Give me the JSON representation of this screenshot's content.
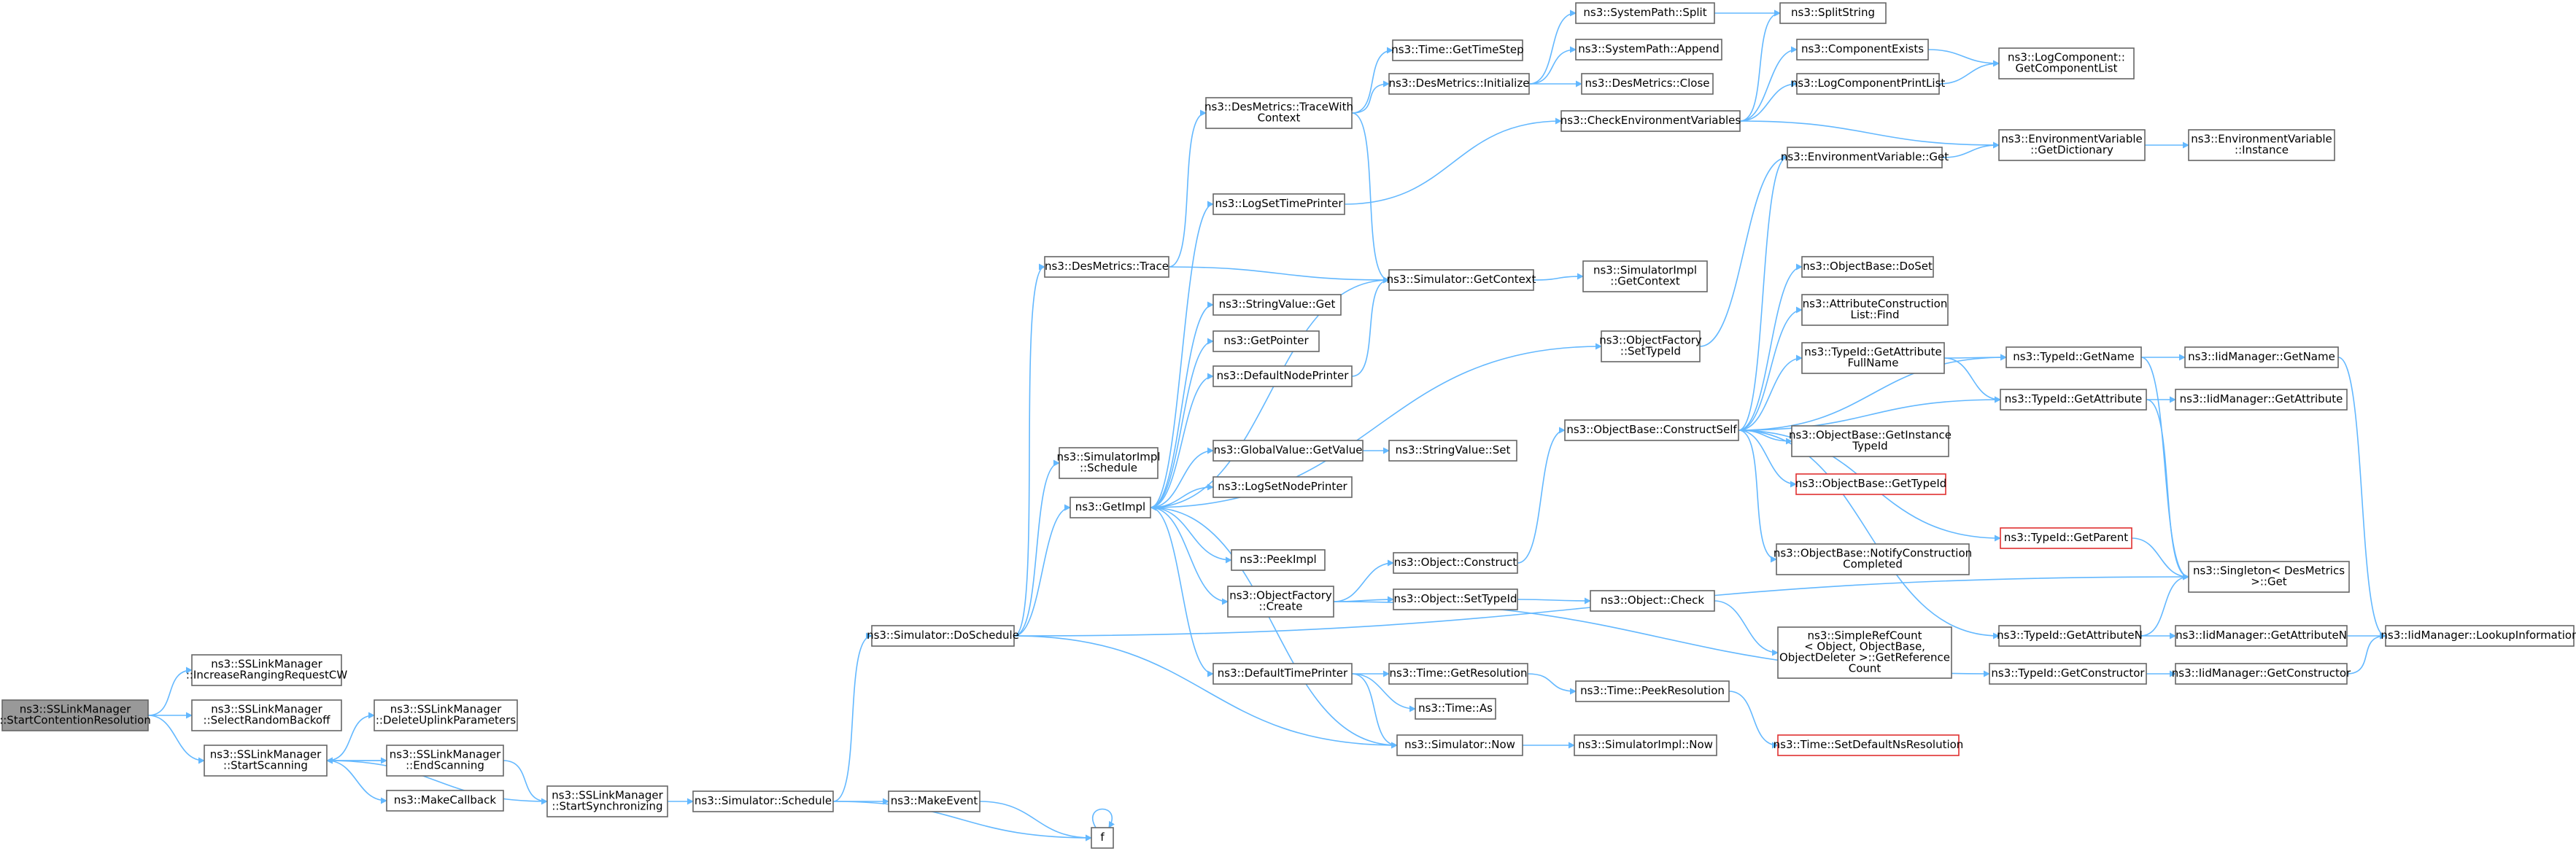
{
  "nodes": [
    {
      "id": "root",
      "lines": [
        "ns3::SSLinkManager",
        "::StartContentionResolution"
      ],
      "style": "root"
    },
    {
      "id": "incRanging",
      "lines": [
        "ns3::SSLinkManager",
        "::IncreaseRangingRequestCW"
      ]
    },
    {
      "id": "selRandom",
      "lines": [
        "ns3::SSLinkManager",
        "::SelectRandomBackoff"
      ]
    },
    {
      "id": "startScan",
      "lines": [
        "ns3::SSLinkManager",
        "::StartScanning"
      ]
    },
    {
      "id": "delUplink",
      "lines": [
        "ns3::SSLinkManager",
        "::DeleteUplinkParameters"
      ]
    },
    {
      "id": "endScan",
      "lines": [
        "ns3::SSLinkManager",
        "::EndScanning"
      ]
    },
    {
      "id": "makeCb",
      "lines": [
        "ns3::MakeCallback"
      ]
    },
    {
      "id": "startSync",
      "lines": [
        "ns3::SSLinkManager",
        "::StartSynchronizing"
      ]
    },
    {
      "id": "simSchedule",
      "lines": [
        "ns3::Simulator::Schedule"
      ]
    },
    {
      "id": "makeEvent",
      "lines": [
        "ns3::MakeEvent"
      ]
    },
    {
      "id": "f",
      "lines": [
        "f"
      ]
    },
    {
      "id": "doSchedule",
      "lines": [
        "ns3::Simulator::DoSchedule"
      ]
    },
    {
      "id": "desTrace",
      "lines": [
        "ns3::DesMetrics::Trace"
      ]
    },
    {
      "id": "simImplSchedule",
      "lines": [
        "ns3::SimulatorImpl",
        "::Schedule"
      ]
    },
    {
      "id": "getImpl",
      "lines": [
        "ns3::GetImpl"
      ]
    },
    {
      "id": "traceWith",
      "lines": [
        "ns3::DesMetrics::TraceWith",
        "Context"
      ]
    },
    {
      "id": "logSetTP",
      "lines": [
        "ns3::LogSetTimePrinter"
      ]
    },
    {
      "id": "stringGet",
      "lines": [
        "ns3::StringValue::Get"
      ]
    },
    {
      "id": "getPointer",
      "lines": [
        "ns3::GetPointer"
      ]
    },
    {
      "id": "defNodePrinter",
      "lines": [
        "ns3::DefaultNodePrinter"
      ]
    },
    {
      "id": "globalGet",
      "lines": [
        "ns3::GlobalValue::GetValue"
      ]
    },
    {
      "id": "logSetNP",
      "lines": [
        "ns3::LogSetNodePrinter"
      ]
    },
    {
      "id": "peekImpl",
      "lines": [
        "ns3::PeekImpl"
      ]
    },
    {
      "id": "ofCreate",
      "lines": [
        "ns3::ObjectFactory",
        "::Create"
      ]
    },
    {
      "id": "defTimePrinter",
      "lines": [
        "ns3::DefaultTimePrinter"
      ]
    },
    {
      "id": "timeGetStep",
      "lines": [
        "ns3::Time::GetTimeStep"
      ]
    },
    {
      "id": "desInit",
      "lines": [
        "ns3::DesMetrics::Initialize"
      ]
    },
    {
      "id": "simGetContext",
      "lines": [
        "ns3::Simulator::GetContext"
      ]
    },
    {
      "id": "stringSet",
      "lines": [
        "ns3::StringValue::Set"
      ]
    },
    {
      "id": "objConstruct",
      "lines": [
        "ns3::Object::Construct"
      ]
    },
    {
      "id": "objSetTypeId",
      "lines": [
        "ns3::Object::SetTypeId"
      ]
    },
    {
      "id": "timeGetRes",
      "lines": [
        "ns3::Time::GetResolution"
      ]
    },
    {
      "id": "timeAs",
      "lines": [
        "ns3::Time::As"
      ]
    },
    {
      "id": "simNow",
      "lines": [
        "ns3::Simulator::Now"
      ]
    },
    {
      "id": "sysSplit",
      "lines": [
        "ns3::SystemPath::Split"
      ]
    },
    {
      "id": "sysAppend",
      "lines": [
        "ns3::SystemPath::Append"
      ]
    },
    {
      "id": "desClose",
      "lines": [
        "ns3::DesMetrics::Close"
      ]
    },
    {
      "id": "checkEnv",
      "lines": [
        "ns3::CheckEnvironmentVariables"
      ]
    },
    {
      "id": "simImplGetCtx",
      "lines": [
        "ns3::SimulatorImpl",
        "::GetContext"
      ]
    },
    {
      "id": "ofSetTypeId",
      "lines": [
        "ns3::ObjectFactory",
        "::SetTypeId"
      ]
    },
    {
      "id": "constructSelf",
      "lines": [
        "ns3::ObjectBase::ConstructSelf"
      ]
    },
    {
      "id": "objCheck",
      "lines": [
        "ns3::Object::Check"
      ]
    },
    {
      "id": "peekRes",
      "lines": [
        "ns3::Time::PeekResolution"
      ]
    },
    {
      "id": "simImplNow",
      "lines": [
        "ns3::SimulatorImpl::Now"
      ]
    },
    {
      "id": "splitString",
      "lines": [
        "ns3::SplitString"
      ]
    },
    {
      "id": "compExists",
      "lines": [
        "ns3::ComponentExists"
      ]
    },
    {
      "id": "logCompPrint",
      "lines": [
        "ns3::LogComponentPrintList"
      ]
    },
    {
      "id": "envGet",
      "lines": [
        "ns3::EnvironmentVariable::Get"
      ]
    },
    {
      "id": "doSet",
      "lines": [
        "ns3::ObjectBase::DoSet"
      ]
    },
    {
      "id": "attrConsFind",
      "lines": [
        "ns3::AttributeConstruction",
        "List::Find"
      ]
    },
    {
      "id": "getAttrFull",
      "lines": [
        "ns3::TypeId::GetAttribute",
        "FullName"
      ]
    },
    {
      "id": "getInstTypeId",
      "lines": [
        "ns3::ObjectBase::GetInstance",
        "TypeId"
      ]
    },
    {
      "id": "obGetTypeId",
      "lines": [
        "ns3::ObjectBase::GetTypeId"
      ],
      "style": "trunc"
    },
    {
      "id": "notifyCons",
      "lines": [
        "ns3::ObjectBase::NotifyConstruction",
        "Completed"
      ]
    },
    {
      "id": "simpleRef",
      "lines": [
        "ns3::SimpleRefCount",
        "< Object, ObjectBase,",
        "ObjectDeleter >::GetReference",
        "Count"
      ]
    },
    {
      "id": "setDefRes",
      "lines": [
        "ns3::Time::SetDefaultNsResolution"
      ],
      "style": "trunc"
    },
    {
      "id": "logCompList",
      "lines": [
        "ns3::LogComponent::",
        "GetComponentList"
      ]
    },
    {
      "id": "envDict",
      "lines": [
        "ns3::EnvironmentVariable",
        "::GetDictionary"
      ]
    },
    {
      "id": "tidGetName",
      "lines": [
        "ns3::TypeId::GetName"
      ]
    },
    {
      "id": "tidGetAttr",
      "lines": [
        "ns3::TypeId::GetAttribute"
      ]
    },
    {
      "id": "tidGetParent",
      "lines": [
        "ns3::TypeId::GetParent"
      ],
      "style": "trunc"
    },
    {
      "id": "tidGetAttrN",
      "lines": [
        "ns3::TypeId::GetAttributeN"
      ]
    },
    {
      "id": "tidGetCons",
      "lines": [
        "ns3::TypeId::GetConstructor"
      ]
    },
    {
      "id": "envInstance",
      "lines": [
        "ns3::EnvironmentVariable",
        "::Instance"
      ]
    },
    {
      "id": "iidGetName",
      "lines": [
        "ns3::IidManager::GetName"
      ]
    },
    {
      "id": "iidGetAttr",
      "lines": [
        "ns3::IidManager::GetAttribute"
      ]
    },
    {
      "id": "singletonGet",
      "lines": [
        "ns3::Singleton< DesMetrics",
        " >::Get"
      ]
    },
    {
      "id": "iidGetAttrN",
      "lines": [
        "ns3::IidManager::GetAttributeN"
      ]
    },
    {
      "id": "iidGetCons",
      "lines": [
        "ns3::IidManager::GetConstructor"
      ]
    },
    {
      "id": "iidLookup",
      "lines": [
        "ns3::IidManager::LookupInformation"
      ]
    }
  ],
  "colors": {
    "edge": "#63b8ff",
    "border": "#666666",
    "root_fill": "#999999",
    "truncated_border": "#e03030"
  }
}
